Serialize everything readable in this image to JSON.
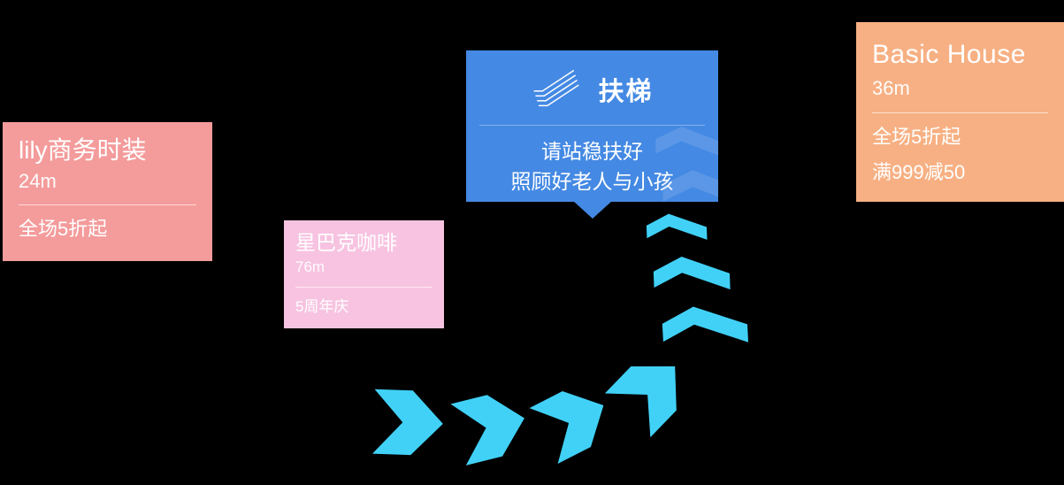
{
  "canvas": {
    "background": "#000000"
  },
  "cards": {
    "lily": {
      "name": "lily商务时装",
      "distance": "24m",
      "promos": [
        "全场5折起"
      ],
      "color": "#F49B9B"
    },
    "starbucks": {
      "name": "星巴克咖啡",
      "distance": "76m",
      "promos": [
        "5周年庆"
      ],
      "color": "#F7C3E1"
    },
    "escalator": {
      "title": "扶梯",
      "tips": [
        "请站稳扶好",
        "照顾好老人与小孩"
      ],
      "color": "#4489E3",
      "icon": "escalator-icon"
    },
    "basic_house": {
      "name": "Basic House",
      "distance": "36m",
      "promos": [
        "全场5折起",
        "满999减50"
      ],
      "color": "#F7B083"
    }
  },
  "path": {
    "arrow_color": "#41D1F7",
    "arrow_count": 7,
    "arrow_icon": "route-arrow"
  }
}
